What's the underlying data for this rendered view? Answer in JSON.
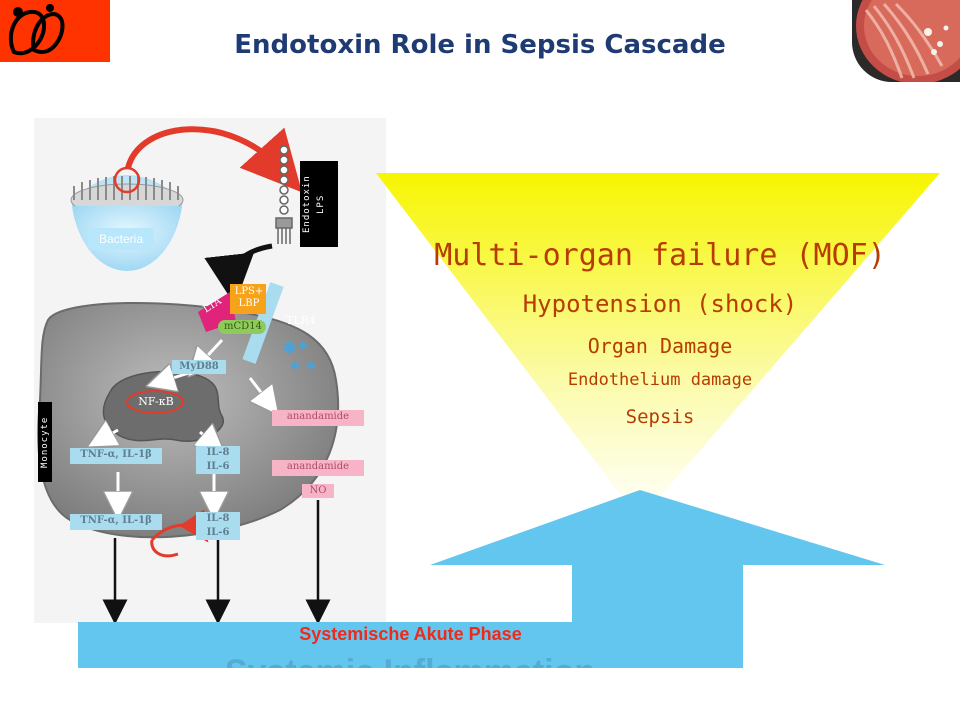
{
  "title": "Endotoxin Role in Sepsis Cascade",
  "labels": {
    "bacteria": "Bacteria",
    "endotoxin_line1": "Endotoxin",
    "endotoxin_line2": "LPS",
    "monocyte": "Monocyte"
  },
  "receptors": {
    "lta": "LTA",
    "lps_lbp_line1": "LPS+",
    "lps_lbp_line2": "LBP",
    "mcd14": "mCD14",
    "tlr4": "TLR4",
    "myd88": "MyD88",
    "nfkb": "NF-κB"
  },
  "mediators": {
    "tnf_inner": "TNF-α, IL-1β",
    "il8_il6_inner_1": "IL-8",
    "il8_il6_inner_2": "IL-6",
    "anandamide_1": "anandamide",
    "anandamide_2": "anandamide",
    "no": "NO",
    "tnf_outer": "TNF-α, IL-1β",
    "il8_il6_outer_1": "IL-8",
    "il8_il6_outer_2": "IL-6"
  },
  "funnel": {
    "level1": "Multi-organ failure (MOF)",
    "level2": "Hypotension (shock)",
    "level3": "Organ Damage",
    "level4": "Endothelium damage",
    "level5": "Sepsis"
  },
  "banner": {
    "label": "Systemische Akute Phase",
    "ghost": "Systemic Inflammation"
  },
  "colors": {
    "title": "#1f3b73",
    "funnel_text": "#b73c00",
    "banner": "#63c6ee",
    "banner_text": "#ee2a1b",
    "logo_bg": "#ff3300"
  }
}
